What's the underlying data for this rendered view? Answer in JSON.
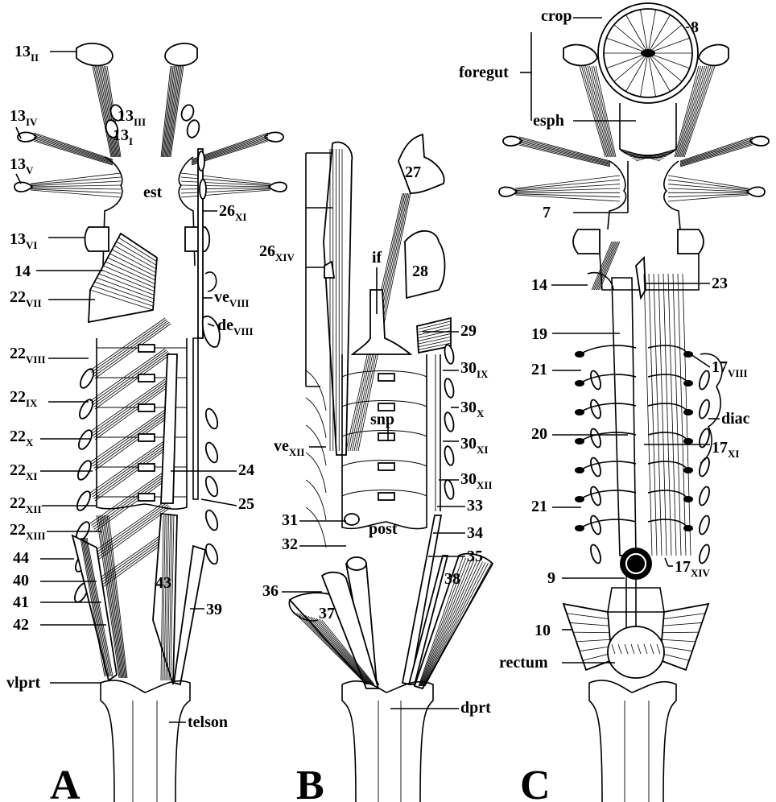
{
  "panels": [
    "A",
    "B",
    "C"
  ],
  "panel_a": {
    "labels": [
      {
        "main": "13",
        "sub": "II"
      },
      {
        "main": "13",
        "sub": "III"
      },
      {
        "main": "13",
        "sub": "IV"
      },
      {
        "main": "13",
        "sub": "I"
      },
      {
        "main": "13",
        "sub": "V"
      },
      {
        "main": "est",
        "sub": ""
      },
      {
        "main": "26",
        "sub": "XI"
      },
      {
        "main": "13",
        "sub": "VI"
      },
      {
        "main": "14",
        "sub": ""
      },
      {
        "main": "22",
        "sub": "VII"
      },
      {
        "main": "ve",
        "sub": "VIII"
      },
      {
        "main": "de",
        "sub": "VIII"
      },
      {
        "main": "22",
        "sub": "VIII"
      },
      {
        "main": "22",
        "sub": "IX"
      },
      {
        "main": "22",
        "sub": "X"
      },
      {
        "main": "22",
        "sub": "XI"
      },
      {
        "main": "24",
        "sub": ""
      },
      {
        "main": "22",
        "sub": "XII"
      },
      {
        "main": "25",
        "sub": ""
      },
      {
        "main": "22",
        "sub": "XIII"
      },
      {
        "main": "44",
        "sub": ""
      },
      {
        "main": "40",
        "sub": ""
      },
      {
        "main": "41",
        "sub": ""
      },
      {
        "main": "42",
        "sub": ""
      },
      {
        "main": "43",
        "sub": ""
      },
      {
        "main": "39",
        "sub": ""
      },
      {
        "main": "vlprt",
        "sub": ""
      },
      {
        "main": "telson",
        "sub": ""
      }
    ]
  },
  "panel_b": {
    "labels": [
      {
        "main": "27",
        "sub": ""
      },
      {
        "main": "if",
        "sub": ""
      },
      {
        "main": "26",
        "sub": "XIV"
      },
      {
        "main": "28",
        "sub": ""
      },
      {
        "main": "29",
        "sub": ""
      },
      {
        "main": "30",
        "sub": "IX"
      },
      {
        "main": "30",
        "sub": "X"
      },
      {
        "main": "snp",
        "sub": ""
      },
      {
        "main": "ve",
        "sub": "XII"
      },
      {
        "main": "30",
        "sub": "XI"
      },
      {
        "main": "30",
        "sub": "XII"
      },
      {
        "main": "31",
        "sub": ""
      },
      {
        "main": "33",
        "sub": ""
      },
      {
        "main": "post",
        "sub": ""
      },
      {
        "main": "32",
        "sub": ""
      },
      {
        "main": "34",
        "sub": ""
      },
      {
        "main": "35",
        "sub": ""
      },
      {
        "main": "36",
        "sub": ""
      },
      {
        "main": "38",
        "sub": ""
      },
      {
        "main": "37",
        "sub": ""
      },
      {
        "main": "dprt",
        "sub": ""
      }
    ]
  },
  "panel_c": {
    "labels": [
      {
        "main": "crop",
        "sub": ""
      },
      {
        "main": "8",
        "sub": ""
      },
      {
        "main": "foregut",
        "sub": ""
      },
      {
        "main": "esph",
        "sub": ""
      },
      {
        "main": "7",
        "sub": ""
      },
      {
        "main": "14",
        "sub": ""
      },
      {
        "main": "23",
        "sub": ""
      },
      {
        "main": "19",
        "sub": ""
      },
      {
        "main": "21",
        "sub": ""
      },
      {
        "main": "17",
        "sub": "VIII"
      },
      {
        "main": "diac",
        "sub": ""
      },
      {
        "main": "20",
        "sub": ""
      },
      {
        "main": "17",
        "sub": "XI"
      },
      {
        "main": "21",
        "sub": ""
      },
      {
        "main": "17",
        "sub": "XIV"
      },
      {
        "main": "9",
        "sub": ""
      },
      {
        "main": "10",
        "sub": ""
      },
      {
        "main": "rectum",
        "sub": ""
      }
    ]
  }
}
